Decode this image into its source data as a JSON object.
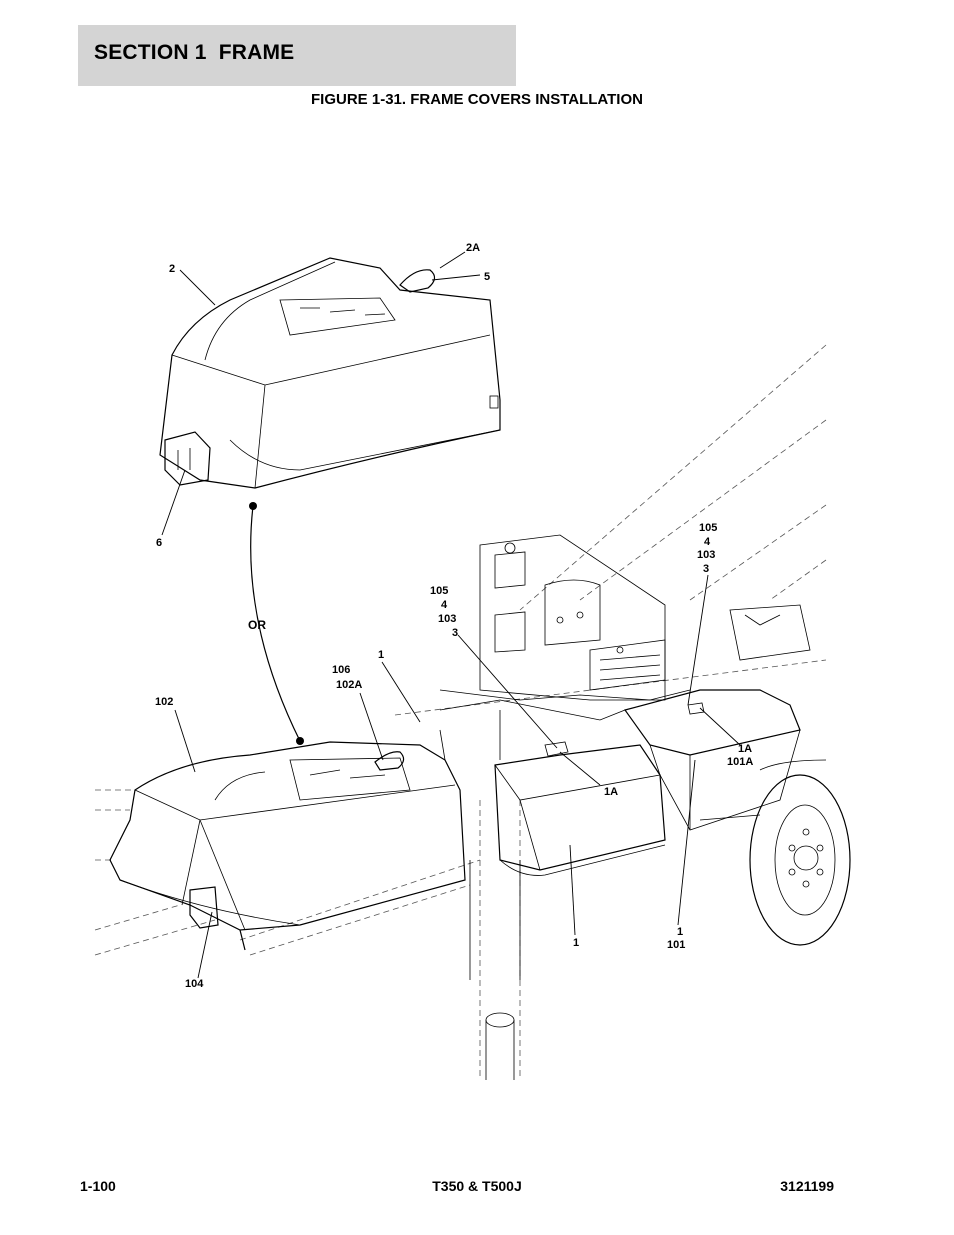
{
  "header": {
    "section": "SECTION 1  FRAME"
  },
  "figure": {
    "title": "FIGURE 1-31. FRAME COVERS INSTALLATION"
  },
  "callouts": {
    "c2": "2",
    "c2a": "2A",
    "c5": "5",
    "c6": "6",
    "or": "OR",
    "c105a": "105",
    "c4a": "4",
    "c103a": "103",
    "c3a": "3",
    "c105b": "105",
    "c4b": "4",
    "c103b": "103",
    "c3b": "3",
    "c106": "106",
    "c102a": "102A",
    "c1top": "1",
    "c102": "102",
    "c1a_mid": "1A",
    "c1a_right": "1A",
    "c101a": "101A",
    "c1bottom": "1",
    "c1right": "1",
    "c101": "101",
    "c104": "104"
  },
  "footer": {
    "page": "1-100",
    "model": "T350 & T500J",
    "doc_number": "3121199"
  }
}
